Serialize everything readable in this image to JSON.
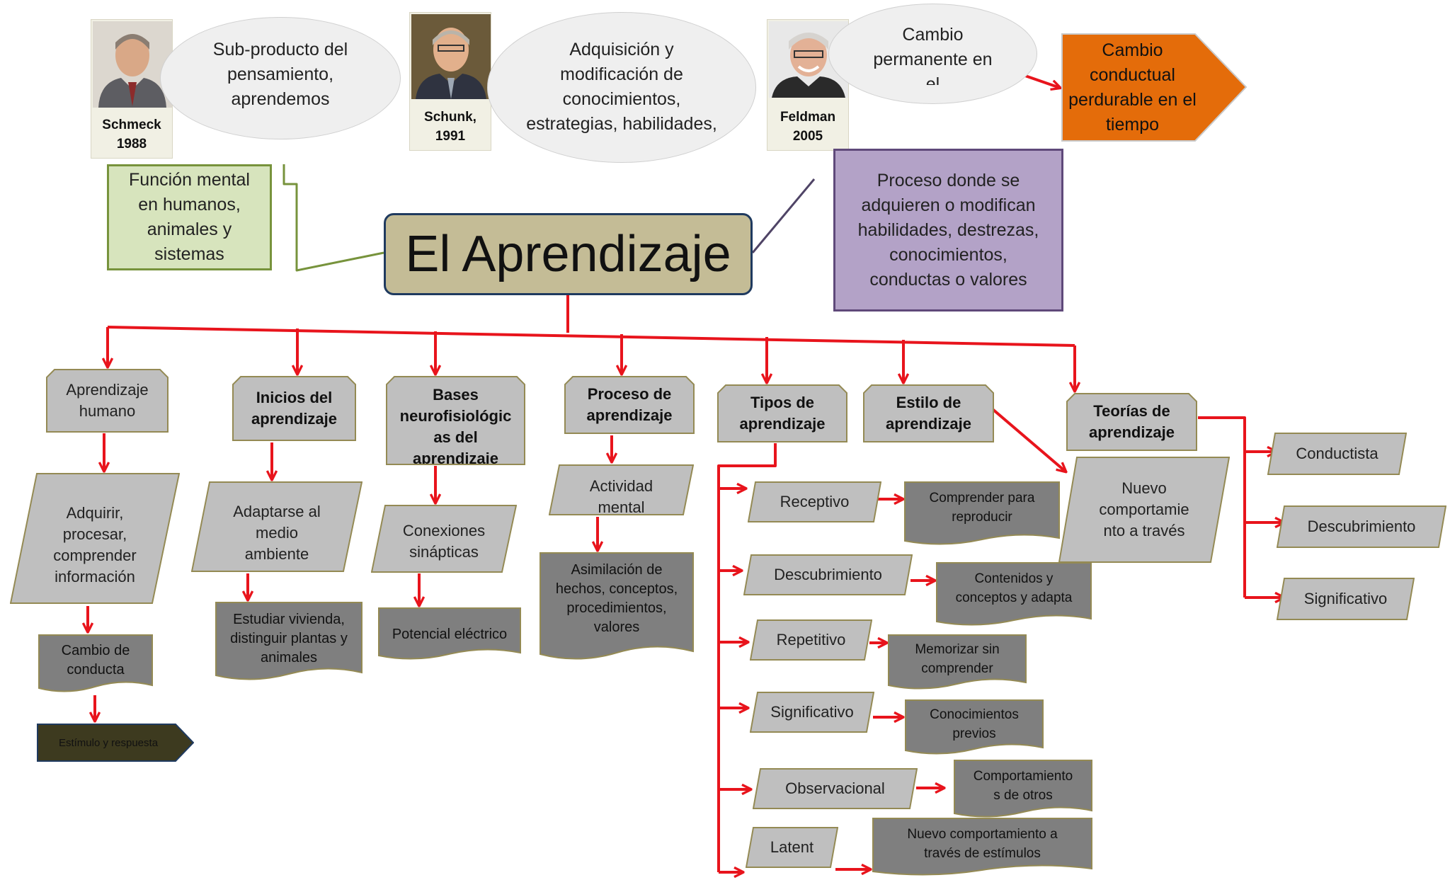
{
  "center": {
    "title": "El Aprendizaje"
  },
  "authors": [
    {
      "name": "Schmeck\n1988",
      "quote": "Sub-producto del\npensamiento,\naprendemos"
    },
    {
      "name": "Schunk,\n1991",
      "quote": "Adquisición y\nmodificación de\nconocimientos,\nestrategias, habilidades,"
    },
    {
      "name": "Feldman\n2005",
      "quote": "Cambio\npermanente en\nel"
    }
  ],
  "top_boxes": {
    "funcion": "Función mental\nen humanos,\nanimales y\nsistemas",
    "proceso": "Proceso donde se\nadquieren o modifican\nhabilidades, destrezas,\nconocimientos,\nconductas o valores",
    "cambio": "Cambio\nconductual\nperdurable en el\ntiempo"
  },
  "branches": [
    {
      "label": "Aprendizaje\nhumano",
      "items": [
        "Adquirir,\nprocesar,\ncomprender\ninformación",
        "Cambio de\nconducta",
        "Estímulo y respuesta"
      ]
    },
    {
      "label": "Inicios del\naprendizaje",
      "items": [
        "Adaptarse al\nmedio\nambiente",
        "Estudiar  vivienda,\ndistinguir plantas y\nanimales"
      ]
    },
    {
      "label": "Bases\nneurofisiológic\nas del\naprendizaje",
      "items": [
        "Conexiones\nsinápticas",
        "Potencial eléctrico"
      ]
    },
    {
      "label": "Proceso de\naprendizaje",
      "items": [
        "Actividad\nmental",
        "Asimilación de\nhechos, conceptos,\nprocedimientos,\nvalores"
      ]
    },
    {
      "label": "Tipos de\naprendizaje",
      "items": []
    },
    {
      "label": "Estilo de\naprendizaje",
      "items": [
        "Nuevo\ncomportamie\nnto a través"
      ]
    },
    {
      "label": "Teorías de\naprendizaje",
      "items": []
    }
  ],
  "tipos": [
    {
      "type": "Receptivo",
      "desc": "Comprender para\nreproducir"
    },
    {
      "type": "Descubrimiento",
      "desc": "Contenidos y\nconceptos y adapta"
    },
    {
      "type": "Repetitivo",
      "desc": "Memorizar sin\ncomprender"
    },
    {
      "type": "Significativo",
      "desc": "Conocimientos\nprevios"
    },
    {
      "type": "Observacional",
      "desc": "Comportamiento\ns de otros"
    },
    {
      "type": "Latent",
      "desc": "Nuevo comportamiento a\ntravés de estímulos"
    }
  ],
  "teorias": [
    "Conductista",
    "Descubrimiento",
    "Significativo"
  ],
  "colors": {
    "arrow": "#e8141c",
    "connector_green": "#77933c",
    "connector_purple": "#4f4466",
    "center_fill": "#c4bc96",
    "center_border": "#1f3a5f",
    "label_fill": "#bfbfbf",
    "label_border": "#948a54",
    "dark_fill": "#7f7f7f",
    "green_fill": "#d7e4bd",
    "green_border": "#77933c",
    "purple_fill": "#b3a2c7",
    "purple_border": "#5f497a",
    "orange_fill": "#e46c0a",
    "stimulus_fill": "#3d3a1f",
    "stimulus_border": "#1f3a5f"
  }
}
